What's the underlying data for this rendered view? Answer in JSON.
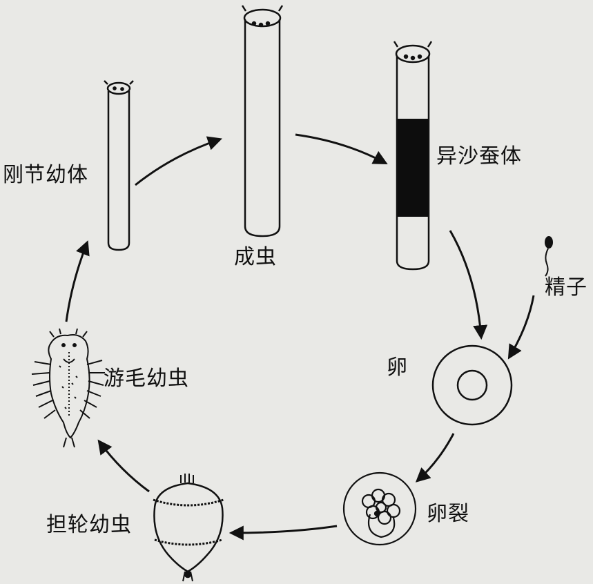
{
  "labels": {
    "gangjie_youti": "刚节幼体",
    "chengchong": "成虫",
    "yisha_canti": "异沙蚕体",
    "jingzi": "精子",
    "luan": "卵",
    "luanlie": "卵裂",
    "danlun_youchong": "担轮幼虫",
    "youmao_youchong": "游毛幼虫"
  },
  "colors": {
    "background": "#e9e9e6",
    "ink": "#111111",
    "dark_band": "#0d0d0d"
  }
}
